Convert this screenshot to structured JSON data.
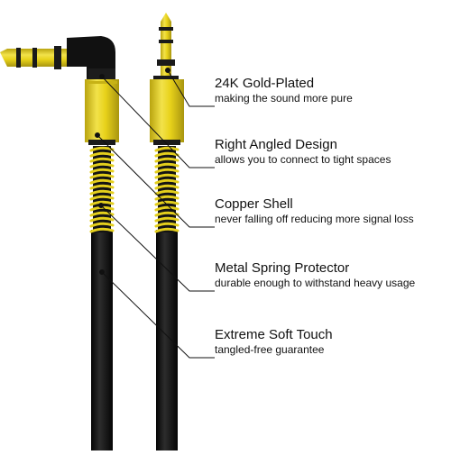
{
  "features": [
    {
      "title": "24K Gold-Plated",
      "description": "making the sound more pure"
    },
    {
      "title": "Right Angled Design",
      "description": "allows you to connect to tight spaces"
    },
    {
      "title": "Copper Shell",
      "description": "never falling off reducing more signal loss"
    },
    {
      "title": "Metal Spring Protector",
      "description": "durable enough to withstand heavy usage"
    },
    {
      "title": "Extreme Soft Touch",
      "description": "tangled-free guarantee"
    }
  ],
  "colors": {
    "background": "#ffffff",
    "gold": "#e8d21a",
    "gold_dark": "#9a8a10",
    "cable": "#141414",
    "leader": "#111111"
  }
}
